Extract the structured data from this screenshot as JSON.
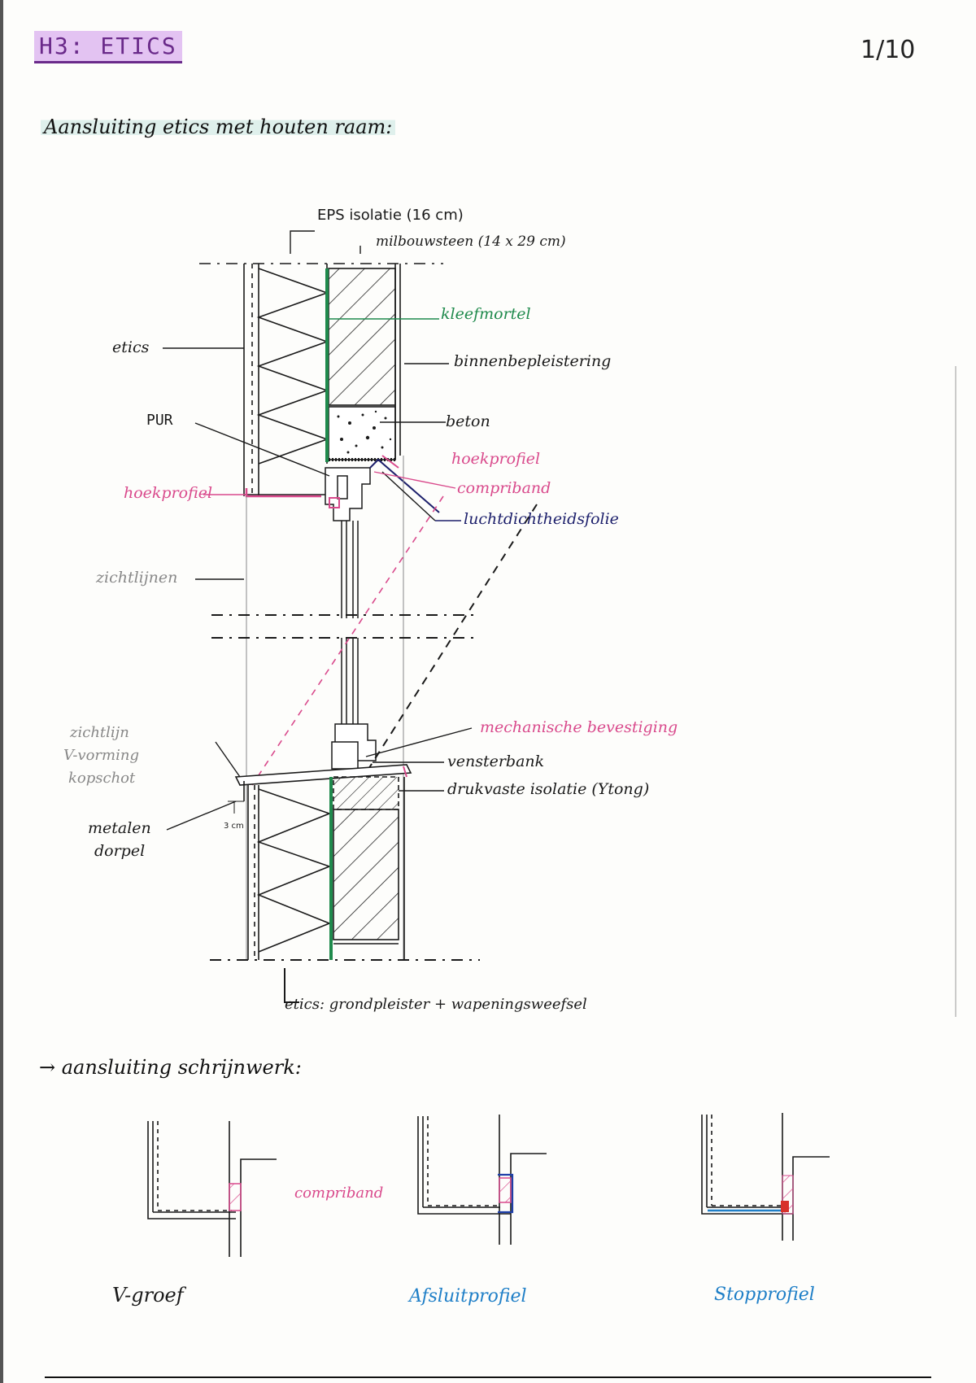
{
  "header": {
    "title": "H3: ETICS",
    "page_number": "1/10"
  },
  "subtitle": "Aansluiting etics met houten raam:",
  "diagram": {
    "labels": {
      "eps": "EPS isolatie (16 cm)",
      "kalkzandsteen": "milbouwsteen (14 x 29 cm)",
      "kleefmortel": "kleefmortel",
      "binnenbepleistering": "binnenbepleistering",
      "beton": "beton",
      "hoekprofiel_right": "hoekprofiel",
      "compriband": "compriband",
      "luchtdichtheidsfolie": "luchtdichtheidsfolie",
      "etics": "etics",
      "pur": "PUR",
      "hoekprofiel_left": "hoekprofiel",
      "zichtlijnen": "zichtlijnen",
      "mechanische_bevestiging": "mechanische bevestiging",
      "vensterbank": "vensterbank",
      "drukvaste_isolatie": "drukvaste isolatie (Ytong)",
      "zichtlijn_line1": "zichtlijn",
      "zichtlijn_line2": "V-vorming",
      "zichtlijn_line3": "kopschot",
      "metalen_line1": "metalen",
      "metalen_line2": "dorpel",
      "dim": "3 cm",
      "bottom_note": "etics: grondpleister + wapeningsweefsel"
    },
    "colors": {
      "green": "#1f8a4c",
      "pink": "#d94a8c",
      "navy": "#1c1f6b",
      "blue": "#1f7fc7",
      "red": "#d8322a",
      "ink": "#1a1a1a"
    }
  },
  "section2": {
    "heading": "→ aansluiting schrijnwerk:",
    "compriband_label": "compriband",
    "details": [
      {
        "caption": "V-groef"
      },
      {
        "caption": "Afsluitprofiel"
      },
      {
        "caption": "Stopprofiel"
      }
    ]
  }
}
